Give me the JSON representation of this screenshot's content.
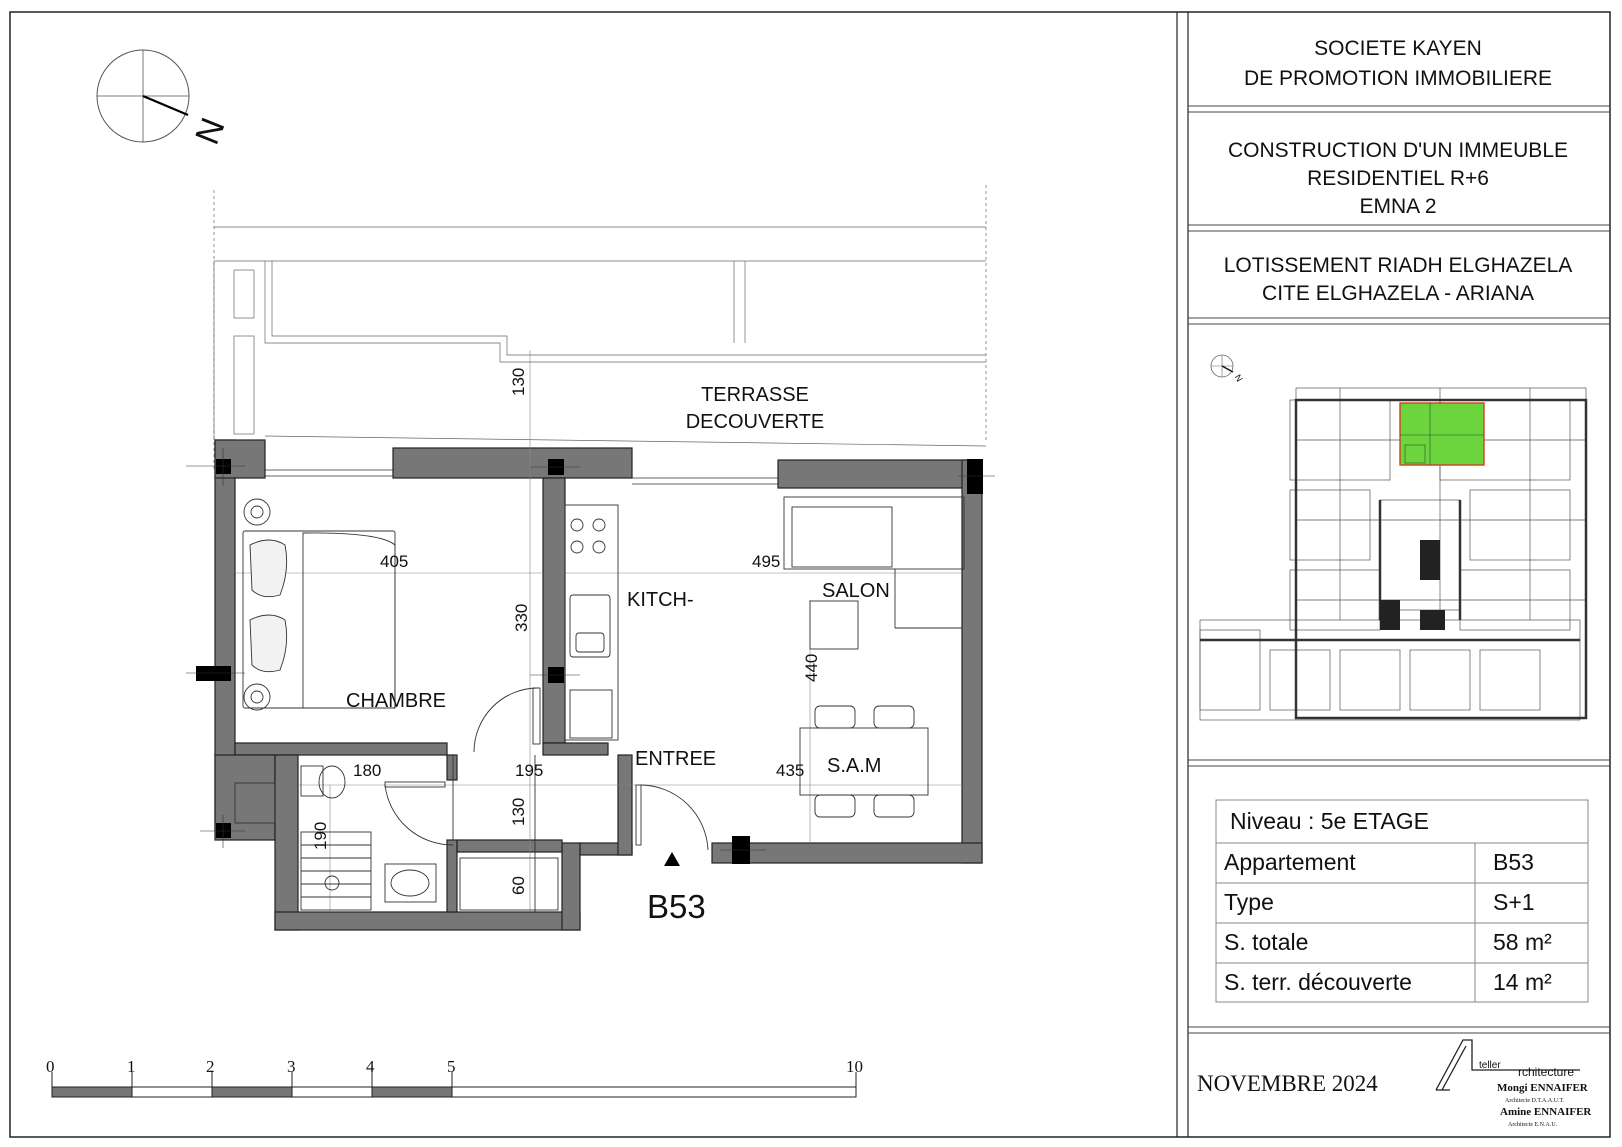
{
  "company": {
    "line1": "SOCIETE KAYEN",
    "line2": "DE PROMOTION IMMOBILIERE"
  },
  "project": {
    "line1": "CONSTRUCTION  D'UN IMMEUBLE",
    "line2": "RESIDENTIEL  R+6",
    "line3": "EMNA  2"
  },
  "location": {
    "line1": "LOTISSEMENT RIADH ELGHAZELA",
    "line2": "CITE ELGHAZELA - ARIANA"
  },
  "compass": {
    "label": "N",
    "icon": "north-arrow-icon"
  },
  "key_plan": {
    "highlight_color": "#6cd43c",
    "highlight_outline": "#d04020"
  },
  "plan": {
    "unit_label": "B53",
    "rooms": {
      "terrace_line1": "TERRASSE",
      "terrace_line2": "DECOUVERTE",
      "chambre": "CHAMBRE",
      "kitchen": "KITCH-",
      "salon": "SALON",
      "entree": "ENTREE",
      "sam": "S.A.M"
    },
    "dimensions": {
      "terrace_depth": "130",
      "chambre_width": "405",
      "chambre_depth": "330",
      "salon_width": "495",
      "salon_depth": "440",
      "sam_width": "435",
      "bath_width": "180",
      "hall_width": "195",
      "hall_depth": "130",
      "bath_depth": "190",
      "shower_depth": "60"
    }
  },
  "table": {
    "niveau": "Niveau : 5e ETAGE",
    "rows": [
      {
        "label": "Appartement",
        "value": "B53"
      },
      {
        "label": "Type",
        "value": "S+1"
      },
      {
        "label": "S. totale",
        "value": "58 m²"
      },
      {
        "label": "S. terr. découverte",
        "value": "14 m²"
      }
    ]
  },
  "date": "NOVEMBRE  2024",
  "architect": {
    "logo_a": "teller",
    "logo_b": "rchitecture",
    "name1": "Mongi ENNAIFER",
    "title1": "Architecte D.T.A.A.U.T.",
    "name2": "Amine ENNAIFER",
    "title2": "Architecte E.N.A.U."
  },
  "scale_bar": {
    "ticks": [
      "0",
      "1",
      "2",
      "3",
      "4",
      "5",
      "10"
    ]
  },
  "colors": {
    "wall": "#777777",
    "line": "#222222",
    "column": "#000000"
  }
}
